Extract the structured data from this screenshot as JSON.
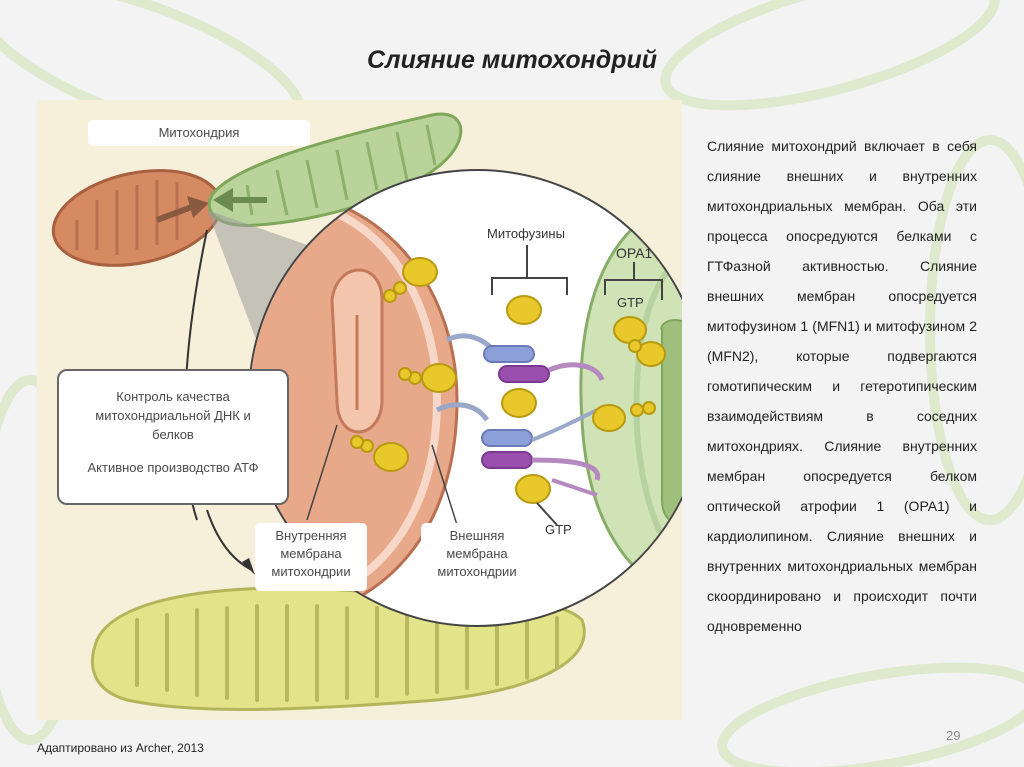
{
  "slide": {
    "title": "Слияние митохондрий",
    "page_number": "29",
    "credit": "Адаптировано из Archer, 2013"
  },
  "figure": {
    "mitochondrion_label": "Митохондрия",
    "quality_control_line1": "Контроль качества",
    "quality_control_line2": "митохондриальной ДНК и",
    "quality_control_line3": "белков",
    "atp_production": "Активное производство АТФ",
    "inner_membrane_line1": "Внутренняя",
    "inner_membrane_line2": "мембрана",
    "inner_membrane_line3": "митохондрии",
    "outer_membrane_line1": "Внешняя",
    "outer_membrane_line2": "мембрана",
    "outer_membrane_line3": "митохондрии",
    "mitofusins_label": "Митофузины",
    "opa1_label": "OPA1",
    "gtp_upper": "GTP",
    "gtp_lower": "GTP"
  },
  "description": "Слияние митохондрий включает в себя слияние внешних и внутренних митохондриальных мембран. Оба эти процесса опосредуются белками с ГТФазной активностью. Слияние внешних мембран опосредуется митофузином 1 (MFN1) и митофузином 2 (MFN2), которые подвергаются гомотипическим и гетеротипическим взаимодействиям в соседних митохондриях. Слияние внутренних мембран опосредуется белком оптической атрофии 1 (OPA1) и кардиолипином. Слияние внешних и внутренних митохондриальных мембран скоординировано и происходит почти одновременно",
  "colors": {
    "background": "#f4f4f4",
    "panel": "#f6efd9",
    "mito_red": "#d58a62",
    "mito_green": "#b9d39a",
    "mito_yellow": "#e3e48a",
    "mitofusin_blue": "#8d9fd8",
    "mitofusin_purple": "#9a4fae",
    "gtp_yellow": "#e8c82a"
  }
}
